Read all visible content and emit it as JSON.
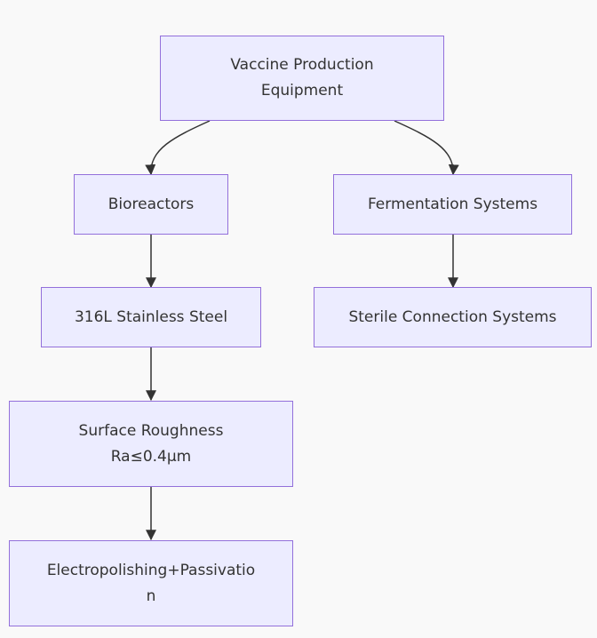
{
  "colors": {
    "background": "#f9f9f9",
    "node_fill": "#ececff",
    "node_border": "#9370db",
    "edge": "#333333",
    "text": "#333333"
  },
  "nodes": {
    "vaccine": {
      "line1": "Vaccine Production",
      "line2": "Equipment"
    },
    "bioreactors": {
      "line1": "Bioreactors"
    },
    "fermentation": {
      "line1": "Fermentation Systems"
    },
    "steel": {
      "line1": "316L Stainless Steel"
    },
    "sterile": {
      "line1": "Sterile Connection Systems"
    },
    "roughness": {
      "line1": "Surface Roughness",
      "line2": "Ra≤0.4μm"
    },
    "electro": {
      "line1": "Electropolishing+Passivatio",
      "line2": "n"
    }
  },
  "edges": [
    {
      "from": "vaccine",
      "to": "bioreactors"
    },
    {
      "from": "vaccine",
      "to": "fermentation"
    },
    {
      "from": "bioreactors",
      "to": "steel"
    },
    {
      "from": "fermentation",
      "to": "sterile"
    },
    {
      "from": "steel",
      "to": "roughness"
    },
    {
      "from": "roughness",
      "to": "electro"
    }
  ]
}
